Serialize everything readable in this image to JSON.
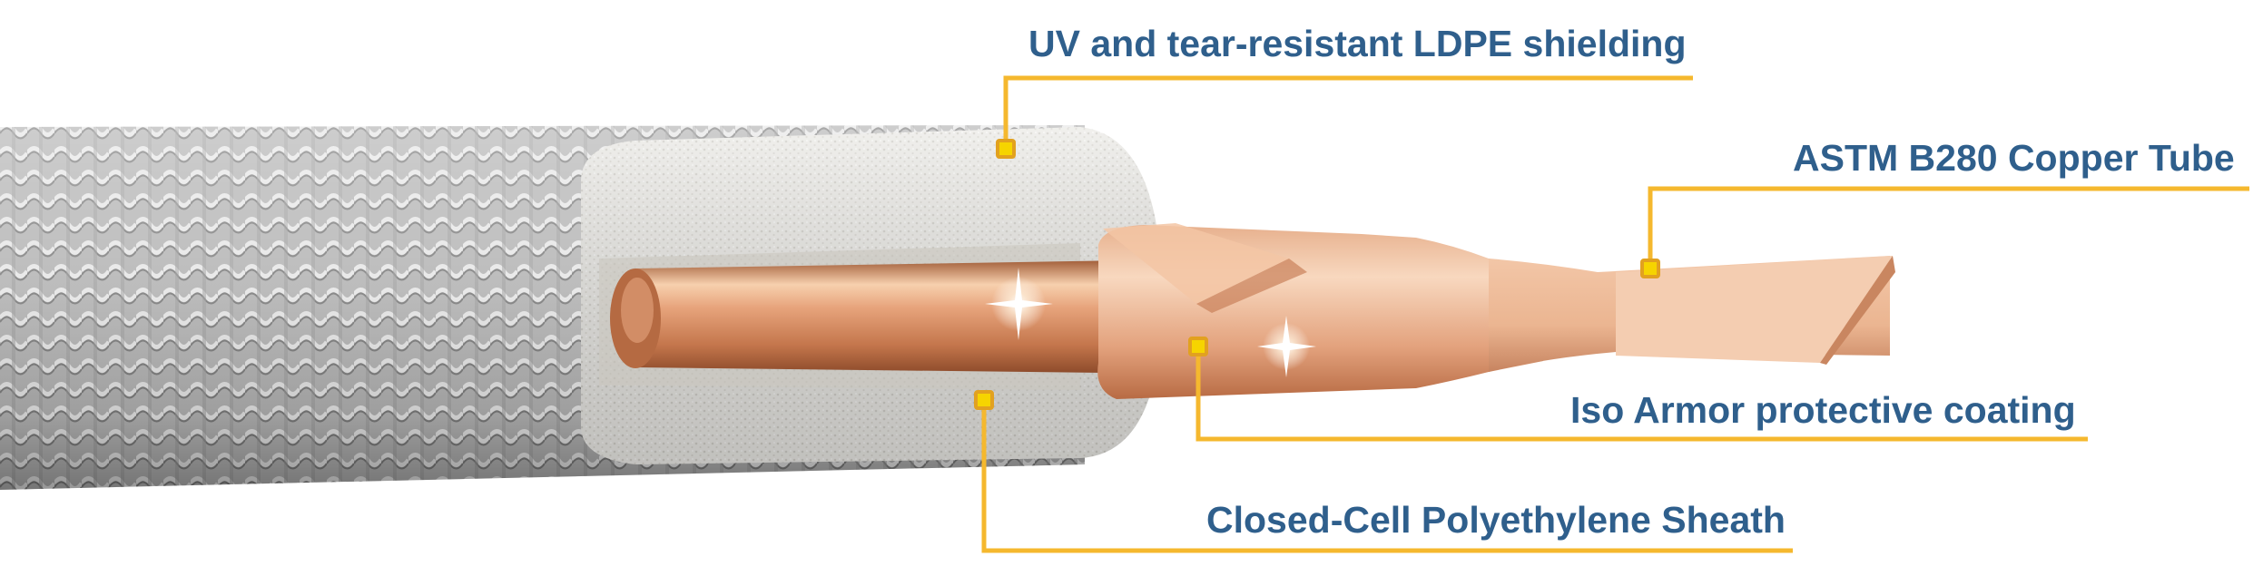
{
  "callouts": {
    "ldpe": {
      "label": "UV and tear-resistant LDPE shielding"
    },
    "copper_tube": {
      "label": "ASTM B280 Copper Tube"
    },
    "iso_armor": {
      "label": "Iso Armor protective coating"
    },
    "sheath": {
      "label": "Closed-Cell Polyethylene Sheath"
    }
  },
  "colors": {
    "label_text": "#2f5f8c",
    "leader_line": "#f5b82e",
    "marker_fill": "#f6d400",
    "copper_light": "#f6c9a6",
    "copper_mid": "#d98c60",
    "copper_dark": "#a85a33",
    "shielding_light": "#e9e9e9",
    "shielding_dark": "#8d8d8d",
    "foam": "#ecebe7"
  }
}
